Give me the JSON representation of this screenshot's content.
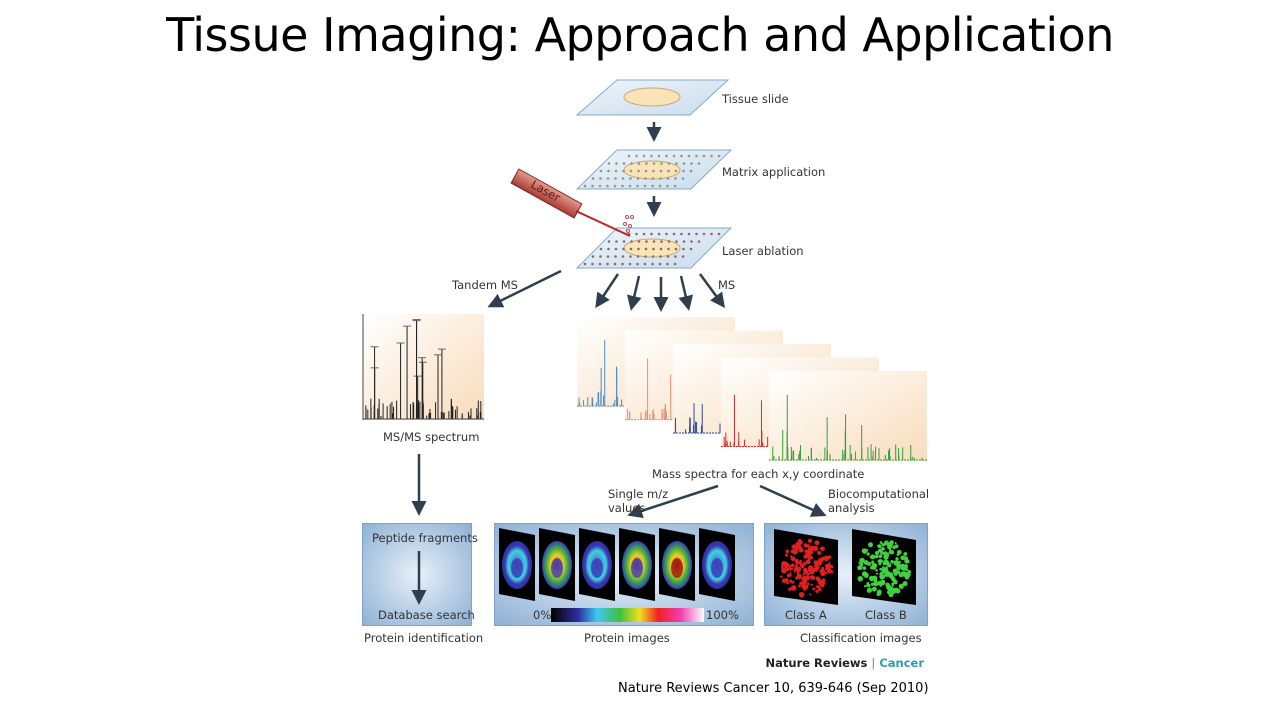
{
  "slide": {
    "title": "Tissue Imaging: Approach and Application",
    "citation": "Nature Reviews Cancer 10, 639-646  (Sep 2010)"
  },
  "diagram": {
    "steps": [
      "Tissue slide",
      "Matrix application",
      "Laser ablation"
    ],
    "laser_label": "Laser",
    "tandem_ms": "Tandem MS",
    "ms": "MS",
    "msms_spectrum": "MS/MS spectrum",
    "mass_spectra": "Mass spectra for each x,y coordinate",
    "single_mz_line1": "Single m/z",
    "single_mz_line2": "values",
    "biocomp_line1": "Biocomputational",
    "biocomp_line2": "analysis",
    "peptide_fragments": "Peptide fragments",
    "database_search": "Database search",
    "protein_identification": "Protein identification",
    "scale_min": "0%",
    "scale_max": "100%",
    "protein_images": "Protein images",
    "class_a": "Class A",
    "class_b": "Class B",
    "classification_images": "Classification images",
    "brand_main": "Nature Reviews",
    "brand_sep": "|",
    "brand_journal": "Cancer",
    "spectrum_colors": [
      "#4a90c8",
      "#e0907a",
      "#2a4a9a",
      "#c83030",
      "#30a040"
    ]
  }
}
